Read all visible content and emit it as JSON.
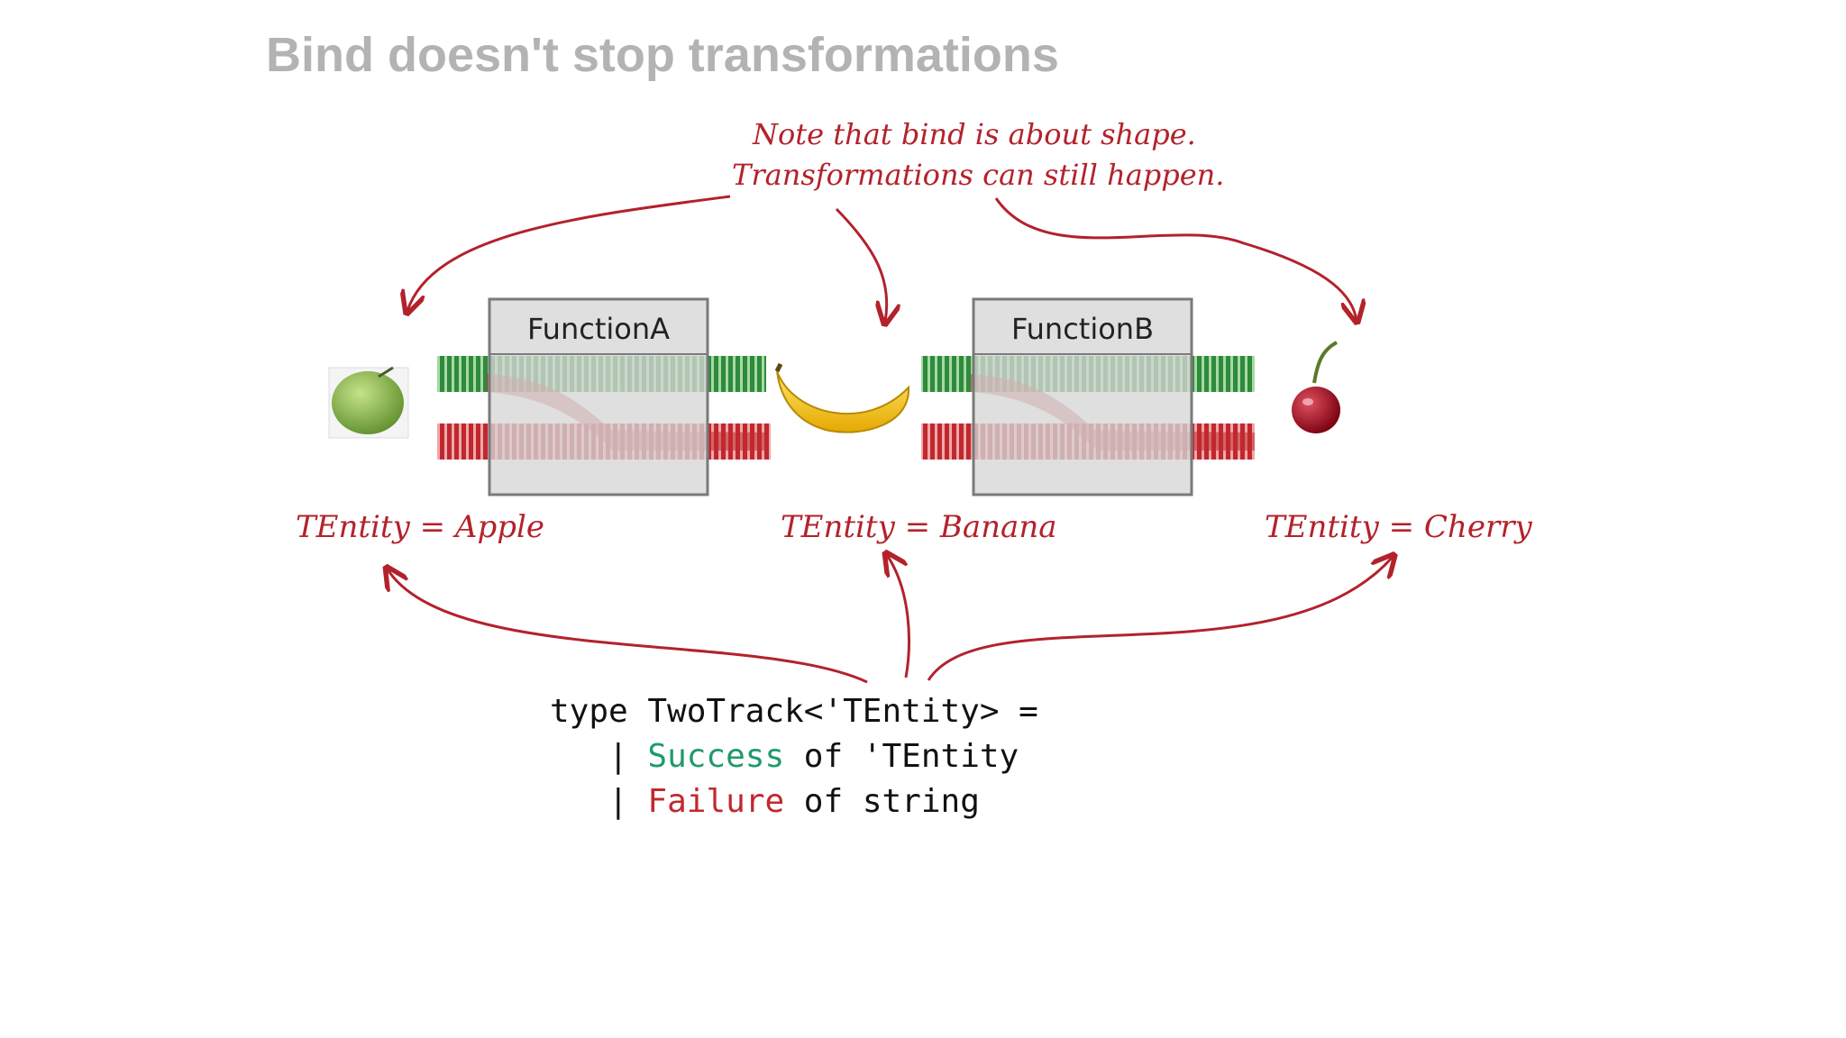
{
  "title": "Bind doesn't stop transformations",
  "notes": {
    "line1": "Note that bind is about shape.",
    "line2": "Transformations can still happen."
  },
  "functions": [
    {
      "label": "FunctionA"
    },
    {
      "label": "FunctionB"
    }
  ],
  "entities": [
    {
      "label": "TEntity = Apple",
      "fruit": "apple-icon"
    },
    {
      "label": "TEntity = Banana",
      "fruit": "banana-icon"
    },
    {
      "label": "TEntity = Cherry",
      "fruit": "cherry-icon"
    }
  ],
  "code": {
    "line1": "type TwoTrack<'TEntity> =",
    "bar": "|",
    "success_kw": "Success",
    "success_rest": " of 'TEntity",
    "failure_kw": "Failure",
    "failure_rest": " of string"
  },
  "colors": {
    "title": "#b3b3b3",
    "annotation": "#b3222b",
    "success_track": "#2e8b3a",
    "failure_track": "#c0282e",
    "success_code": "#1f9a6a",
    "failure_code": "#c0282e"
  }
}
